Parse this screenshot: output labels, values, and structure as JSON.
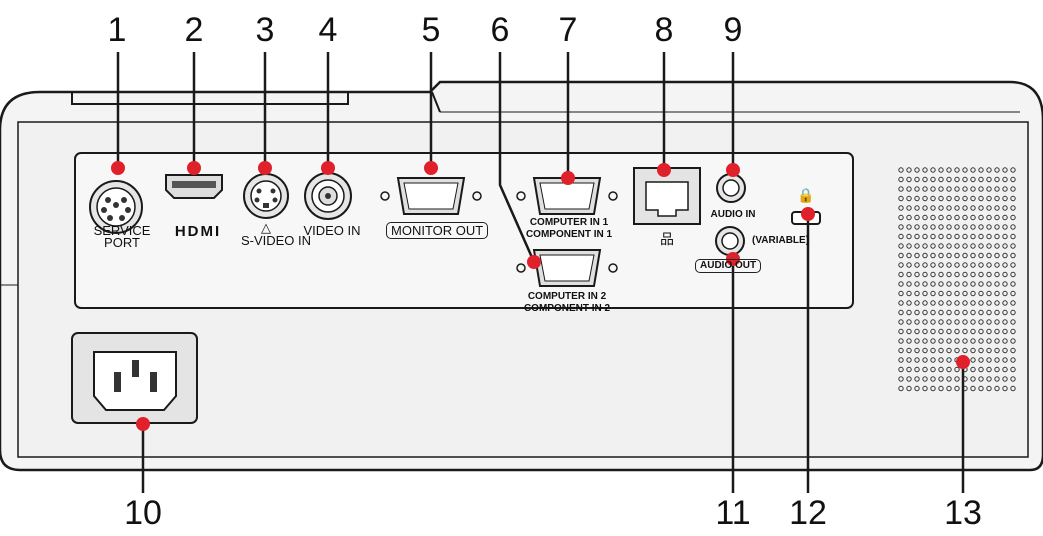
{
  "callouts": [
    {
      "num": "1",
      "name": "service-port"
    },
    {
      "num": "2",
      "name": "hdmi-port"
    },
    {
      "num": "3",
      "name": "s-video-in-port"
    },
    {
      "num": "4",
      "name": "video-in-port"
    },
    {
      "num": "5",
      "name": "monitor-out-port"
    },
    {
      "num": "6",
      "name": "computer-in-2-port"
    },
    {
      "num": "7",
      "name": "computer-in-1-port"
    },
    {
      "num": "8",
      "name": "lan-port"
    },
    {
      "num": "9",
      "name": "audio-in-port"
    },
    {
      "num": "10",
      "name": "power-inlet"
    },
    {
      "num": "11",
      "name": "audio-out-port"
    },
    {
      "num": "12",
      "name": "security-slot"
    },
    {
      "num": "13",
      "name": "speaker-grille"
    }
  ],
  "labels": {
    "service_port_1": "SERVICE",
    "service_port_2": "PORT",
    "hdmi": "HDMI",
    "s_video_mark": "△",
    "s_video_in": "S-VIDEO IN",
    "video_in": "VIDEO IN",
    "monitor_out": "MONITOR OUT",
    "computer_in_1": "COMPUTER IN 1",
    "component_in_1": "COMPONENT IN 1",
    "computer_in_2": "COMPUTER IN 2",
    "component_in_2": "COMPONENT IN 2",
    "lan_symbol": "品",
    "audio_in": "AUDIO IN",
    "variable": "(VARIABLE)",
    "audio_out": "AUDIO OUT",
    "lock_symbol": "🔒"
  },
  "colors": {
    "callout": "#e0202a",
    "outline": "#1a1a1a",
    "panel": "#f2f2f2",
    "port_fill": "#e8e8e8"
  }
}
